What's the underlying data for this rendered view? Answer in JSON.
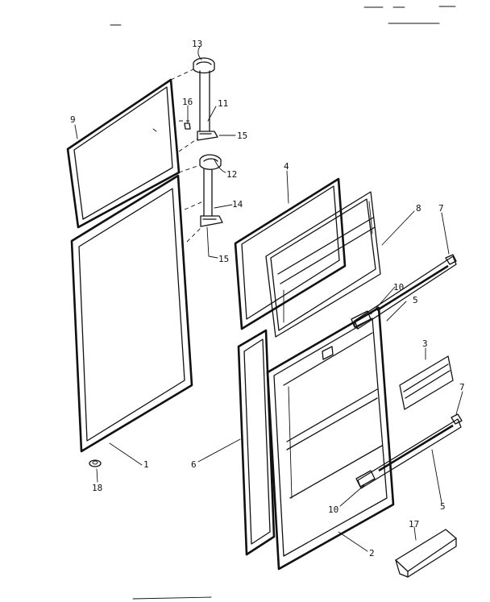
{
  "diagram": {
    "callouts": [
      {
        "id": "c13",
        "text": "13"
      },
      {
        "id": "c16",
        "text": "16"
      },
      {
        "id": "c11",
        "text": "11"
      },
      {
        "id": "c15a",
        "text": "15"
      },
      {
        "id": "c12",
        "text": "12"
      },
      {
        "id": "c14",
        "text": "14"
      },
      {
        "id": "c15b",
        "text": "15"
      },
      {
        "id": "c9",
        "text": "9"
      },
      {
        "id": "c4",
        "text": "4"
      },
      {
        "id": "c8",
        "text": "8"
      },
      {
        "id": "c7a",
        "text": "7"
      },
      {
        "id": "c10a",
        "text": "10"
      },
      {
        "id": "c5a",
        "text": "5"
      },
      {
        "id": "c3",
        "text": "3"
      },
      {
        "id": "c7b",
        "text": "7"
      },
      {
        "id": "c1",
        "text": "1"
      },
      {
        "id": "c6",
        "text": "6"
      },
      {
        "id": "c18",
        "text": "18"
      },
      {
        "id": "c10b",
        "text": "10"
      },
      {
        "id": "c5b",
        "text": "5"
      },
      {
        "id": "c17",
        "text": "17"
      },
      {
        "id": "c2",
        "text": "2"
      }
    ]
  }
}
